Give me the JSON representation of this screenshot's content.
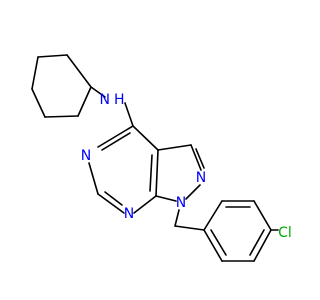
{
  "colors": {
    "bond": "#000000",
    "carbon_label": "#000000",
    "nitrogen": "#0000ff",
    "chlorine": "#00aa00"
  },
  "molecule": {
    "atoms": {
      "nh": {
        "text": "N",
        "subtext": "H",
        "element": "N"
      },
      "n5": {
        "text": "N",
        "element": "N"
      },
      "n7": {
        "text": "N",
        "element": "N"
      },
      "n2": {
        "text": "N",
        "element": "N"
      },
      "n1": {
        "text": "N",
        "element": "N"
      },
      "cl": {
        "text": "Cl",
        "element": "Cl"
      }
    },
    "bond_count": 26
  }
}
